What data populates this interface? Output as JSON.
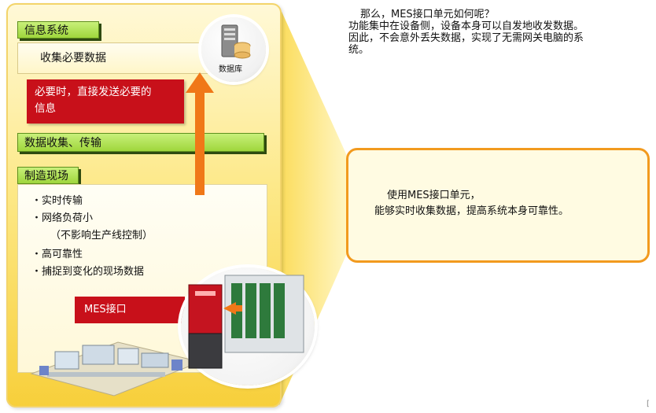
{
  "info_system": {
    "header": "信息系统",
    "collect_label": "收集必要数据",
    "direct_send": [
      "必要时，直接发送必要的",
      "信息"
    ],
    "database_label": "数据库"
  },
  "data_collection": {
    "header": "数据收集、传输"
  },
  "field": {
    "header": "制造现场",
    "bullets": [
      "・实时传输",
      "・网络负荷小",
      "（不影响生产线控制）",
      "・高可靠性",
      "・捕捉到变化的现场数据"
    ],
    "mes_label": "MES接口"
  },
  "description": {
    "lines": [
      "那么，MES接口单元如何呢？",
      "功能集中在设备侧，设备本身可以自发地收发数据。",
      "因此，不会意外丢失数据，实现了无需网关电脑的系",
      "统。"
    ]
  },
  "callout": {
    "lines": [
      "使用MES接口单元，",
      "能够实时收集数据，提高系统本身可靠性。"
    ]
  },
  "corner_mark": "[",
  "colors": {
    "panel_yellow": "#fde98a",
    "header_green": "#9fd63c",
    "box_red": "#c8101a",
    "arrow_orange": "#f07818",
    "callout_border": "#f29a1e"
  }
}
